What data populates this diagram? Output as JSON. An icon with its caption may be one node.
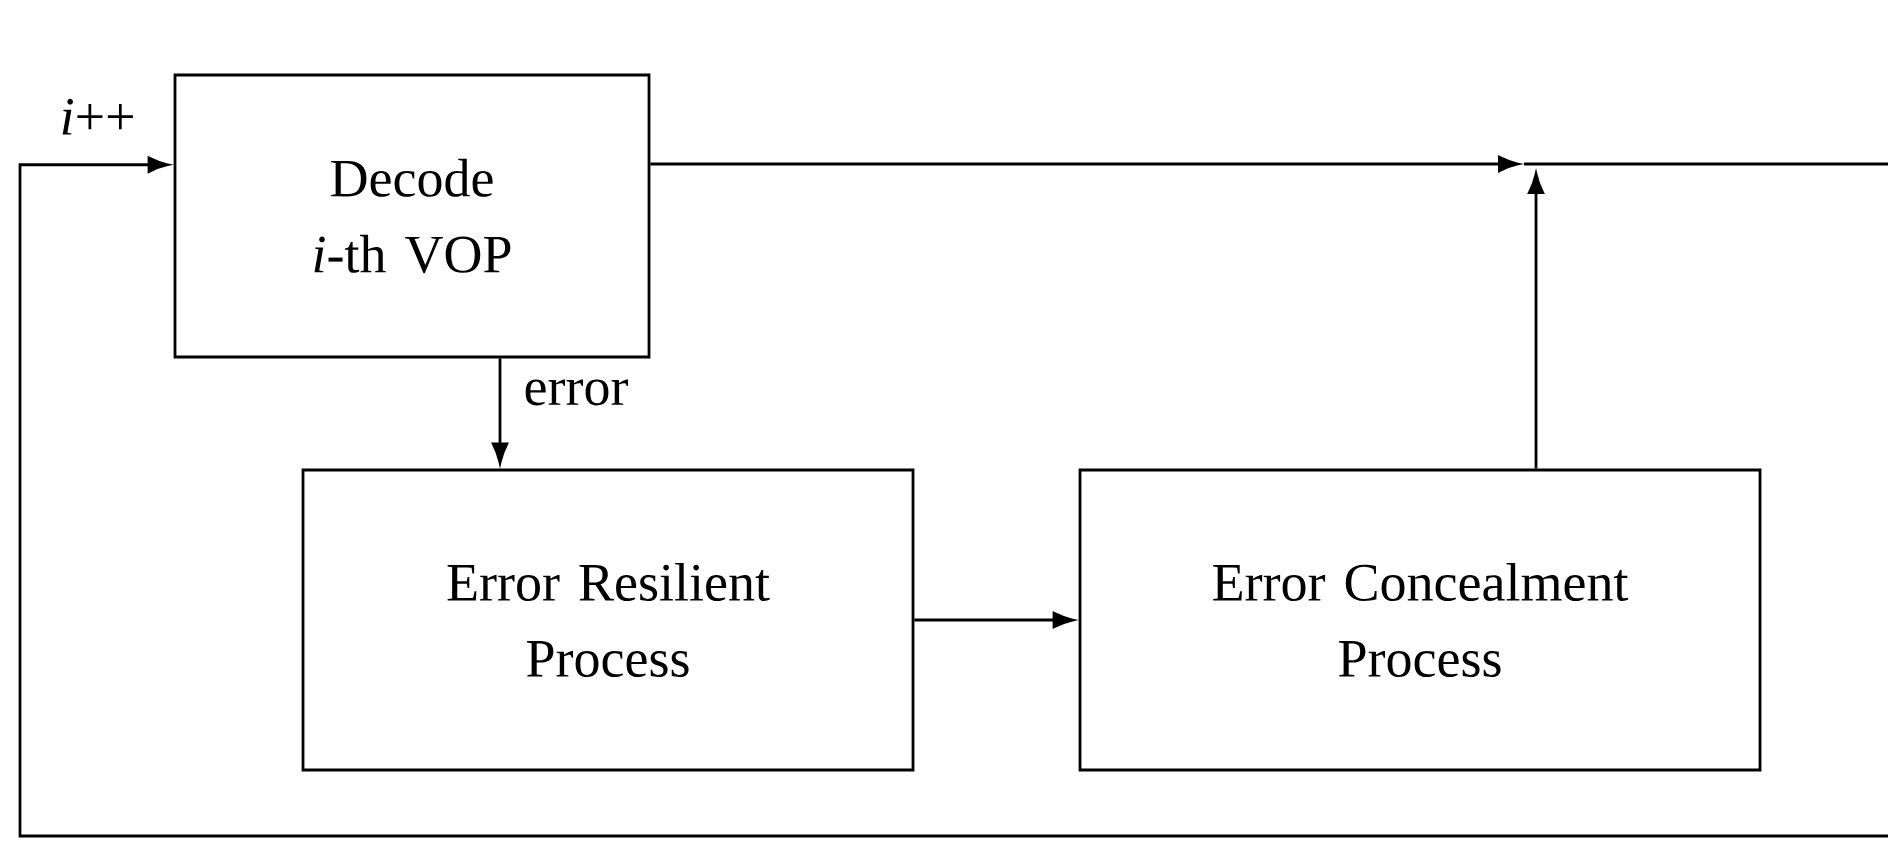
{
  "diagram": {
    "nodes": [
      {
        "text": [
          "Decode *i*-th VOP"
        ]
      },
      {
        "text": [
          "Error Resilient Process"
        ]
      },
      {
        "text": [
          "Error Concealment Process"
        ]
      }
    ],
    "edges": [
      {
        "from": 0,
        "to": 1,
        "arrow": "to",
        "label": "error"
      },
      {
        "from": 1,
        "to": 2,
        "arrow": "to"
      },
      {
        "from": 0,
        "to": null,
        "arrow": "to"
      },
      {
        "from": 2,
        "to": null,
        "arrow": "to"
      },
      {
        "from": null,
        "to": 0,
        "arrow": "to",
        "label": "*i*++"
      }
    ]
  }
}
